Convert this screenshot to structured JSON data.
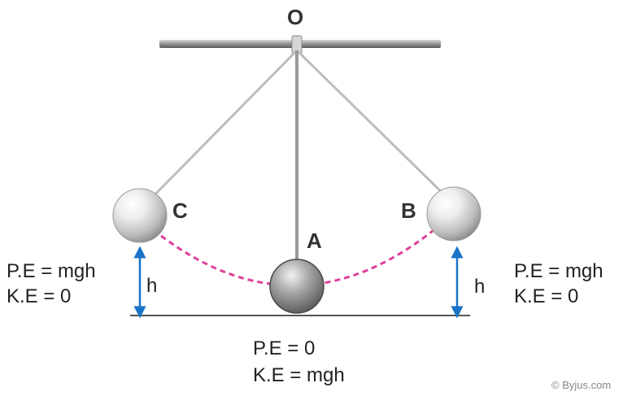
{
  "diagram": {
    "pivot_label": "O",
    "points": {
      "center": "A",
      "right": "B",
      "left": "C"
    },
    "height_symbol": "h",
    "left_energy": {
      "pe": "P.E = mgh",
      "ke": "K.E = 0"
    },
    "right_energy": {
      "pe": "P.E = mgh",
      "ke": "K.E = 0"
    },
    "center_energy": {
      "pe": "P.E = 0",
      "ke": "K.E = mgh"
    },
    "watermark": "© Byjus.com",
    "colors": {
      "arc": "#e0409a",
      "arrow": "#1a73c8",
      "rod": "#8f8f8f",
      "string": "#bdbdbd",
      "ground": "#555555"
    }
  }
}
